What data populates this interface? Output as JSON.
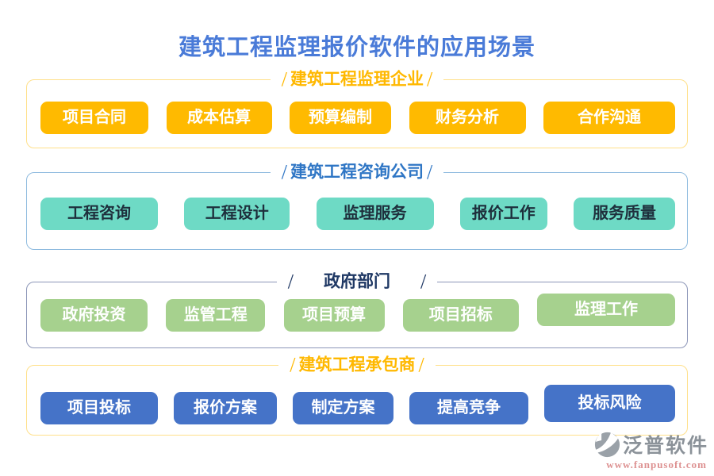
{
  "title": "建筑工程监理报价软件的应用场景",
  "decor": {
    "slash": "/"
  },
  "palette": {
    "title_blue": "#4a7bd8",
    "section1_accent": "#ffb800",
    "section1_border": "#ffe08a",
    "section1_chip_bg": "#ffba00",
    "section1_chip_text": "#ffffff",
    "section2_accent": "#2f76c5",
    "section2_border": "#8fbbdf",
    "section2_chip_bg": "#6edac5",
    "section2_chip_text": "#1e2f3c",
    "section3_accent": "#1f3864",
    "section3_border": "#8c96b8",
    "section3_chip_bg": "#a6d18e",
    "section3_chip_text": "#ffffff",
    "section4_accent": "#ffb800",
    "section4_border": "#ffe08a",
    "section4_chip_bg": "#4573c8",
    "section4_chip_text": "#ffffff",
    "logo_gray": "#8b9299",
    "website_pink": "#dd9191"
  },
  "sections": [
    {
      "header": "建筑工程监理企业",
      "items": [
        "项目合同",
        "成本估算",
        "预算编制",
        "财务分析",
        "合作沟通"
      ]
    },
    {
      "header": "建筑工程咨询公司",
      "items": [
        "工程咨询",
        "工程设计",
        "监理服务",
        "报价工作",
        "服务质量"
      ]
    },
    {
      "header": "政府部门",
      "items": [
        "政府投资",
        "监管工程",
        "项目预算",
        "项目招标",
        "监理工作"
      ]
    },
    {
      "header": "建筑工程承包商",
      "items": [
        "项目投标",
        "报价方案",
        "制定方案",
        "提高竞争",
        "投标风险"
      ]
    }
  ],
  "footer": {
    "logo_icon": "fanpu-logo-icon",
    "logo_text": "泛普软件",
    "website": "www.fanpusoft.com"
  }
}
